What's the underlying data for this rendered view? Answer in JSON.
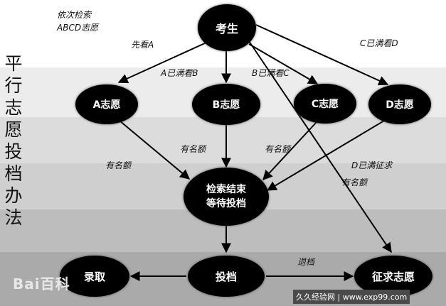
{
  "diagram": {
    "vertical_title": [
      "平",
      "行",
      "志",
      "愿",
      "投",
      "档",
      "办",
      "法"
    ],
    "intro": [
      "依次检索",
      "ABCD志愿"
    ],
    "nodes": {
      "student": "考生",
      "a": "A志愿",
      "b": "B志愿",
      "c": "C志愿",
      "d": "D志愿",
      "retrieve": [
        "检索结束",
        "等待投档"
      ],
      "file": "投档",
      "admit": "录取",
      "solicit": "征求志愿"
    },
    "edge_labels": {
      "first_a": "先看A",
      "a_full": "A已满看B",
      "b_full": "B已满看C",
      "c_full": "C已满看D",
      "quota_a": "有名额",
      "quota_b": "有名额",
      "quota_c": "有名额",
      "d_full": "D已满征求",
      "quota_d": "有名额",
      "reject": "退档"
    },
    "watermarks": {
      "baidu": "Bai百科",
      "site": "久久经验网 | www.exp99.com"
    }
  }
}
